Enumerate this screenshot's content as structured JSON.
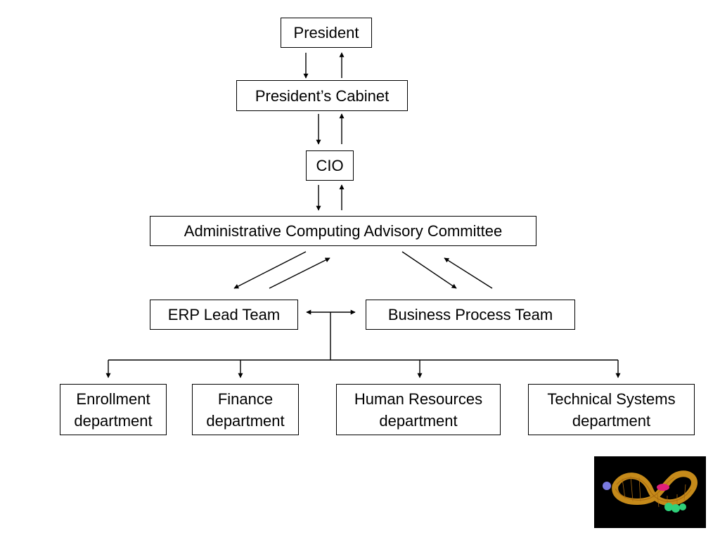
{
  "nodes": {
    "president": "President",
    "cabinet": "President’s Cabinet",
    "cio": "CIO",
    "committee": "Administrative Computing Advisory Committee",
    "erp": "ERP Lead Team",
    "bpt": "Business Process Team",
    "enrollment": {
      "line1": "Enrollment",
      "line2": "department"
    },
    "finance": {
      "line1": "Finance",
      "line2": "department"
    },
    "hr": {
      "line1": "Human Resources",
      "line2": "department"
    },
    "tech": {
      "line1": "Technical Systems",
      "line2": "department"
    }
  },
  "colors": {
    "line": "#000000",
    "logo_band": "#e8a21e",
    "logo_pink": "#e0207a",
    "logo_green": "#2fd07a",
    "logo_blue": "#7a7ae0"
  },
  "logo_icon": "mobius-strip-logo-icon"
}
